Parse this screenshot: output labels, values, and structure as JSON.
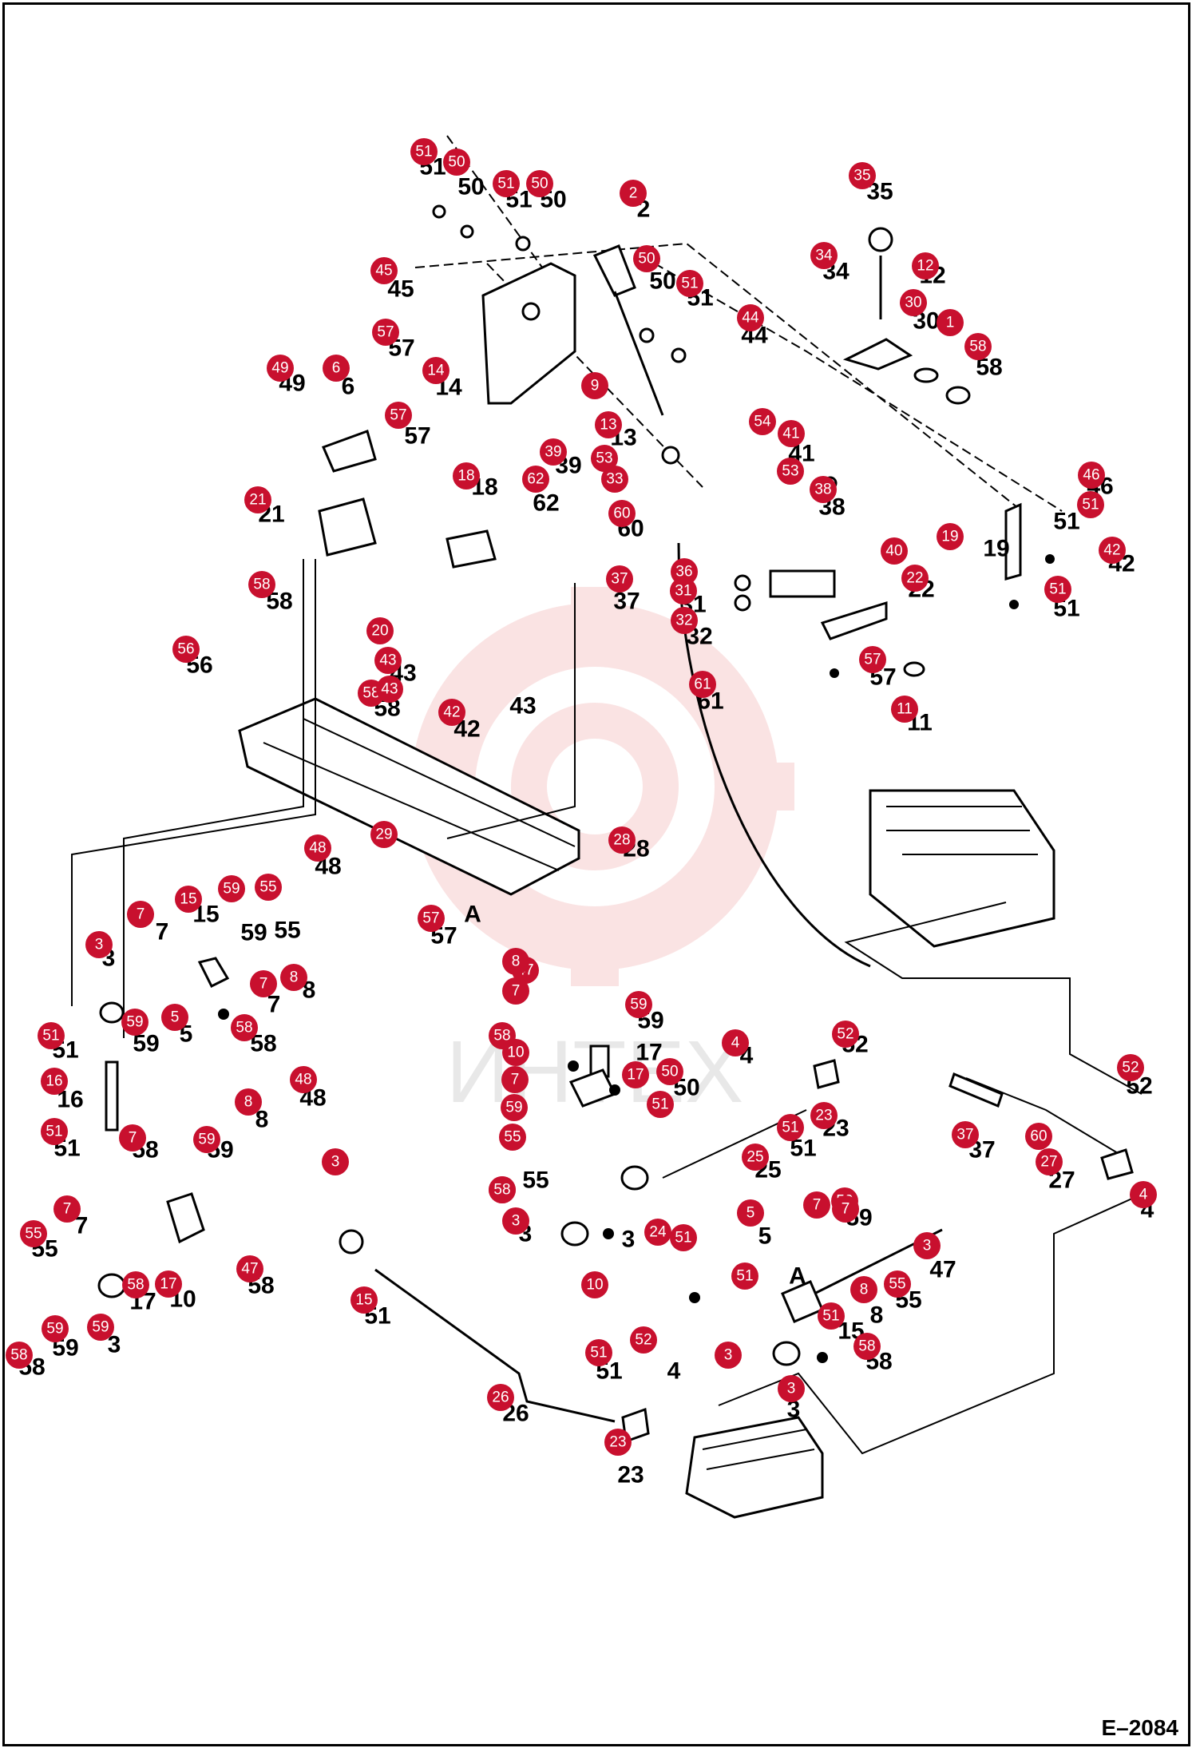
{
  "drawing_number": "E–2084",
  "watermark_text": "ИНТЕХ",
  "colors": {
    "callout": "#c8102e",
    "watermark": "#f2b0b0",
    "ink": "#000000"
  },
  "callouts": [
    {
      "id": "51"
    },
    {
      "id": "50"
    },
    {
      "id": "51"
    },
    {
      "id": "50"
    },
    {
      "id": "2"
    },
    {
      "id": "35"
    },
    {
      "id": "45"
    },
    {
      "id": "50"
    },
    {
      "id": "51"
    },
    {
      "id": "34"
    },
    {
      "id": "12"
    },
    {
      "id": "30"
    },
    {
      "id": "1"
    },
    {
      "id": "58"
    },
    {
      "id": "44"
    },
    {
      "id": "57"
    },
    {
      "id": "14"
    },
    {
      "id": "9"
    },
    {
      "id": "49"
    },
    {
      "id": "6"
    },
    {
      "id": "57"
    },
    {
      "id": "13"
    },
    {
      "id": "54"
    },
    {
      "id": "41"
    },
    {
      "id": "53"
    },
    {
      "id": "33"
    },
    {
      "id": "53"
    },
    {
      "id": "38"
    },
    {
      "id": "39"
    },
    {
      "id": "62"
    },
    {
      "id": "18"
    },
    {
      "id": "21"
    },
    {
      "id": "60"
    },
    {
      "id": "46"
    },
    {
      "id": "51"
    },
    {
      "id": "19"
    },
    {
      "id": "42"
    },
    {
      "id": "58"
    },
    {
      "id": "37"
    },
    {
      "id": "36"
    },
    {
      "id": "31"
    },
    {
      "id": "32"
    },
    {
      "id": "40"
    },
    {
      "id": "22"
    },
    {
      "id": "51"
    },
    {
      "id": "20"
    },
    {
      "id": "43"
    },
    {
      "id": "56"
    },
    {
      "id": "58"
    },
    {
      "id": "43"
    },
    {
      "id": "42"
    },
    {
      "id": "57"
    },
    {
      "id": "61"
    },
    {
      "id": "11"
    },
    {
      "id": "29"
    },
    {
      "id": "28"
    },
    {
      "id": "48"
    },
    {
      "id": "15"
    },
    {
      "id": "59"
    },
    {
      "id": "55"
    },
    {
      "id": "7"
    },
    {
      "id": "3"
    },
    {
      "id": "57"
    },
    {
      "id": "47"
    },
    {
      "id": "7"
    },
    {
      "id": "8"
    },
    {
      "id": "59"
    },
    {
      "id": "5"
    },
    {
      "id": "58"
    },
    {
      "id": "8"
    },
    {
      "id": "7"
    },
    {
      "id": "59"
    },
    {
      "id": "51"
    },
    {
      "id": "58"
    },
    {
      "id": "10"
    },
    {
      "id": "17"
    },
    {
      "id": "4"
    },
    {
      "id": "52"
    },
    {
      "id": "7"
    },
    {
      "id": "50"
    },
    {
      "id": "16"
    },
    {
      "id": "59"
    },
    {
      "id": "51"
    },
    {
      "id": "48"
    },
    {
      "id": "23"
    },
    {
      "id": "52"
    },
    {
      "id": "51"
    },
    {
      "id": "51"
    },
    {
      "id": "58"
    },
    {
      "id": "7"
    },
    {
      "id": "59"
    },
    {
      "id": "8"
    },
    {
      "id": "55"
    },
    {
      "id": "37"
    },
    {
      "id": "25"
    },
    {
      "id": "60"
    },
    {
      "id": "27"
    },
    {
      "id": "3"
    },
    {
      "id": "58"
    },
    {
      "id": "4"
    },
    {
      "id": "7"
    },
    {
      "id": "55"
    },
    {
      "id": "3"
    },
    {
      "id": "5"
    },
    {
      "id": "7"
    },
    {
      "id": "59"
    },
    {
      "id": "3"
    },
    {
      "id": "24"
    },
    {
      "id": "51"
    },
    {
      "id": "47"
    },
    {
      "id": "58"
    },
    {
      "id": "17"
    },
    {
      "id": "10"
    },
    {
      "id": "51"
    },
    {
      "id": "7"
    },
    {
      "id": "55"
    },
    {
      "id": "8"
    },
    {
      "id": "51"
    },
    {
      "id": "15"
    },
    {
      "id": "59"
    },
    {
      "id": "3"
    },
    {
      "id": "58"
    },
    {
      "id": "59"
    },
    {
      "id": "58"
    },
    {
      "id": "51"
    },
    {
      "id": "52"
    },
    {
      "id": "26"
    },
    {
      "id": "3"
    },
    {
      "id": "23"
    }
  ],
  "labels": [
    {
      "text": "51"
    },
    {
      "text": "50"
    },
    {
      "text": "51"
    },
    {
      "text": "50"
    },
    {
      "text": "2"
    },
    {
      "text": "35"
    },
    {
      "text": "45"
    },
    {
      "text": "50"
    },
    {
      "text": "51"
    },
    {
      "text": "34"
    },
    {
      "text": "12"
    },
    {
      "text": "30"
    },
    {
      "text": "58"
    },
    {
      "text": "44"
    },
    {
      "text": "57"
    },
    {
      "text": "14"
    },
    {
      "text": "49"
    },
    {
      "text": "6"
    },
    {
      "text": "57"
    },
    {
      "text": "13"
    },
    {
      "text": "41"
    },
    {
      "text": "38"
    },
    {
      "text": "39"
    },
    {
      "text": "62"
    },
    {
      "text": "18"
    },
    {
      "text": "21"
    },
    {
      "text": "60"
    },
    {
      "text": "46"
    },
    {
      "text": "51"
    },
    {
      "text": "19"
    },
    {
      "text": "42"
    },
    {
      "text": "58"
    },
    {
      "text": "37"
    },
    {
      "text": "31"
    },
    {
      "text": "32"
    },
    {
      "text": "22"
    },
    {
      "text": "51"
    },
    {
      "text": "56"
    },
    {
      "text": "43"
    },
    {
      "text": "58"
    },
    {
      "text": "43"
    },
    {
      "text": "42"
    },
    {
      "text": "57"
    },
    {
      "text": "61"
    },
    {
      "text": "11"
    },
    {
      "text": "28"
    },
    {
      "text": "48"
    },
    {
      "text": "15"
    },
    {
      "text": "59"
    },
    {
      "text": "55"
    },
    {
      "text": "7"
    },
    {
      "text": "3"
    },
    {
      "text": "57"
    },
    {
      "text": "A"
    },
    {
      "text": "8"
    },
    {
      "text": "7"
    },
    {
      "text": "59"
    },
    {
      "text": "5"
    },
    {
      "text": "58"
    },
    {
      "text": "51"
    },
    {
      "text": "59"
    },
    {
      "text": "17"
    },
    {
      "text": "4"
    },
    {
      "text": "52"
    },
    {
      "text": "52"
    },
    {
      "text": "16"
    },
    {
      "text": "50"
    },
    {
      "text": "51"
    },
    {
      "text": "48"
    },
    {
      "text": "8"
    },
    {
      "text": "58"
    },
    {
      "text": "59"
    },
    {
      "text": "55"
    },
    {
      "text": "23"
    },
    {
      "text": "51"
    },
    {
      "text": "25"
    },
    {
      "text": "37"
    },
    {
      "text": "27"
    },
    {
      "text": "4"
    },
    {
      "text": "3"
    },
    {
      "text": "7"
    },
    {
      "text": "55"
    },
    {
      "text": "3"
    },
    {
      "text": "5"
    },
    {
      "text": "59"
    },
    {
      "text": "A"
    },
    {
      "text": "47"
    },
    {
      "text": "58"
    },
    {
      "text": "17"
    },
    {
      "text": "10"
    },
    {
      "text": "51"
    },
    {
      "text": "8"
    },
    {
      "text": "55"
    },
    {
      "text": "15"
    },
    {
      "text": "59"
    },
    {
      "text": "3"
    },
    {
      "text": "58"
    },
    {
      "text": "58"
    },
    {
      "text": "51"
    },
    {
      "text": "4"
    },
    {
      "text": "26"
    },
    {
      "text": "3"
    },
    {
      "text": "23"
    }
  ]
}
